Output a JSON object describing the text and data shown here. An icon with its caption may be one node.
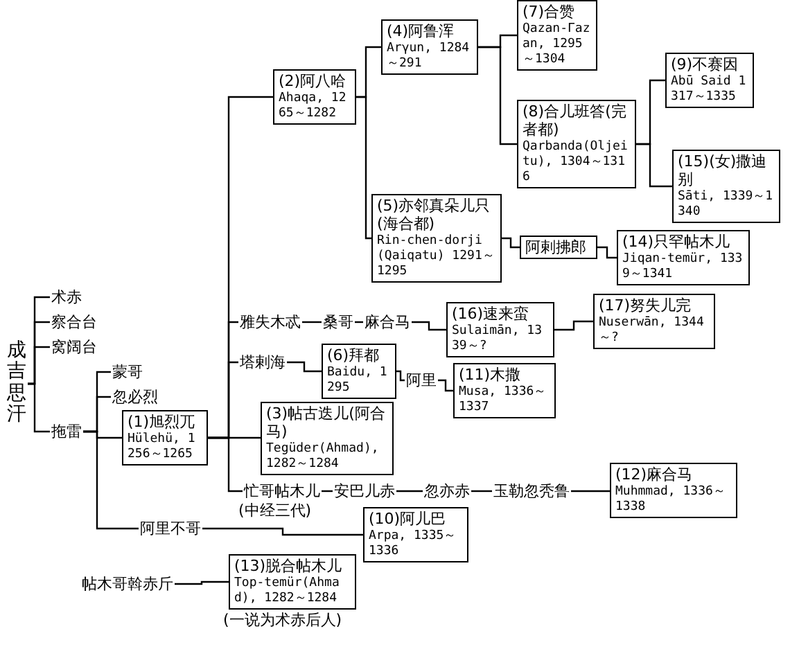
{
  "diagram": {
    "nodes": [
      {
        "text": [
          "成吉思汗"
        ]
      },
      {
        "text": [
          "术赤"
        ]
      },
      {
        "text": [
          "察合台"
        ]
      },
      {
        "text": [
          "窝阔台"
        ]
      },
      {
        "text": [
          "蒙哥"
        ]
      },
      {
        "text": [
          "忽必烈"
        ]
      },
      {
        "text": [
          "拖雷"
        ]
      },
      {
        "text": [
          "(1)旭烈兀",
          "Hülehü, 1256～1265"
        ]
      },
      {
        "text": [
          "阿里不哥"
        ]
      },
      {
        "text": [
          "(2)阿八哈",
          "Ahaqa, 1265～1282"
        ]
      },
      {
        "text": [
          "(4)阿鲁浑",
          "Arγun, 1284～291"
        ]
      },
      {
        "text": [
          "(7)合赞",
          "Qazan-Γazan, 1295～1304"
        ]
      },
      {
        "text": [
          "(8)合儿班答(完者都)",
          "Qarbanda(Oljeitu), 1304～1316"
        ]
      },
      {
        "text": [
          "(9)不赛因",
          "Abū Said 1317～1335"
        ]
      },
      {
        "text": [
          "(15)(女)撒迪别",
          "Sāti, 1339～1340"
        ]
      },
      {
        "text": [
          "(5)亦邻真朵儿只(海合都)",
          "Rin-chen-dorji(Qaiqatu) 1291～1295"
        ]
      },
      {
        "text": [
          "阿剌拂郎"
        ]
      },
      {
        "text": [
          "(14)只罕帖木儿",
          "Jiqan-temür, 1339～1341"
        ]
      },
      {
        "text": [
          "雅失木忒"
        ]
      },
      {
        "text": [
          "桑哥"
        ]
      },
      {
        "text": [
          "麻合马"
        ]
      },
      {
        "text": [
          "(16)速来蛮",
          "Sulaimān, 1339～?"
        ]
      },
      {
        "text": [
          "(17)努失儿完",
          "Nuserwān, 1344～?"
        ]
      },
      {
        "text": [
          "塔剌海"
        ]
      },
      {
        "text": [
          "(6)拜都",
          "Baidu, 1295"
        ]
      },
      {
        "text": [
          "阿里"
        ]
      },
      {
        "text": [
          "(11)木撒",
          "Musa, 1336～1337"
        ]
      },
      {
        "text": [
          "(3)帖古迭儿(阿合马)",
          "Tegüder(Ahmad), 1282～1284"
        ]
      },
      {
        "text": [
          "忙哥帖木儿"
        ]
      },
      {
        "text": [
          "安巴儿赤"
        ]
      },
      {
        "text": [
          "忽亦赤"
        ]
      },
      {
        "text": [
          "玉勒忽秃鲁"
        ]
      },
      {
        "text": [
          "(12)麻合马",
          "Muhmmad, 1336～1338"
        ]
      },
      {
        "text": [
          "(10)阿儿巴",
          "Arpa, 1335～1336"
        ]
      },
      {
        "text": [
          "帖木哥斡赤斤"
        ]
      },
      {
        "text": [
          "(13)脱合帖木儿",
          "Top-temür(Ahmad), 1282～1284"
        ],
        "beside": [
          "(一说为术赤后人)"
        ]
      }
    ],
    "edges": [
      {
        "from": 0,
        "to": 1,
        "arrow": "none"
      },
      {
        "from": 0,
        "to": 2,
        "arrow": "none"
      },
      {
        "from": 0,
        "to": 3,
        "arrow": "none"
      },
      {
        "from": 0,
        "to": 6,
        "arrow": "none"
      },
      {
        "from": 6,
        "to": 4,
        "arrow": "none"
      },
      {
        "from": 6,
        "to": 5,
        "arrow": "none"
      },
      {
        "from": 6,
        "to": 7,
        "arrow": "none"
      },
      {
        "from": 6,
        "to": 8,
        "arrow": "none"
      },
      {
        "from": 7,
        "to": 9,
        "arrow": "none"
      },
      {
        "from": 7,
        "to": 18,
        "arrow": "none"
      },
      {
        "from": 7,
        "to": 23,
        "arrow": "none"
      },
      {
        "from": 7,
        "to": 27,
        "arrow": "none"
      },
      {
        "from": 7,
        "to": 28,
        "arrow": "none"
      },
      {
        "from": 9,
        "to": 10,
        "arrow": "none"
      },
      {
        "from": 9,
        "to": 15,
        "arrow": "none"
      },
      {
        "from": 10,
        "to": 11,
        "arrow": "none"
      },
      {
        "from": 10,
        "to": 12,
        "arrow": "none"
      },
      {
        "from": 12,
        "to": 13,
        "arrow": "none"
      },
      {
        "from": 12,
        "to": 14,
        "arrow": "none"
      },
      {
        "from": 15,
        "to": 16,
        "arrow": "none"
      },
      {
        "from": 16,
        "to": 17,
        "arrow": "none"
      },
      {
        "from": 18,
        "to": 19,
        "arrow": "none"
      },
      {
        "from": 19,
        "to": 20,
        "arrow": "none"
      },
      {
        "from": 20,
        "to": 21,
        "arrow": "none"
      },
      {
        "from": 21,
        "to": 22,
        "arrow": "none"
      },
      {
        "from": 23,
        "to": 24,
        "arrow": "none"
      },
      {
        "from": 24,
        "to": 25,
        "arrow": "none"
      },
      {
        "from": 25,
        "to": 26,
        "arrow": "none"
      },
      {
        "from": 28,
        "to": 29,
        "arrow": "none"
      },
      {
        "from": 29,
        "to": 30,
        "arrow": "none"
      },
      {
        "from": 30,
        "to": 31,
        "arrow": "none"
      },
      {
        "from": 31,
        "to": 32,
        "arrow": "none"
      },
      {
        "from": 8,
        "to": 33,
        "arrow": "none",
        "label": "(中经三代)"
      },
      {
        "from": 34,
        "to": 35,
        "arrow": "none"
      }
    ]
  }
}
